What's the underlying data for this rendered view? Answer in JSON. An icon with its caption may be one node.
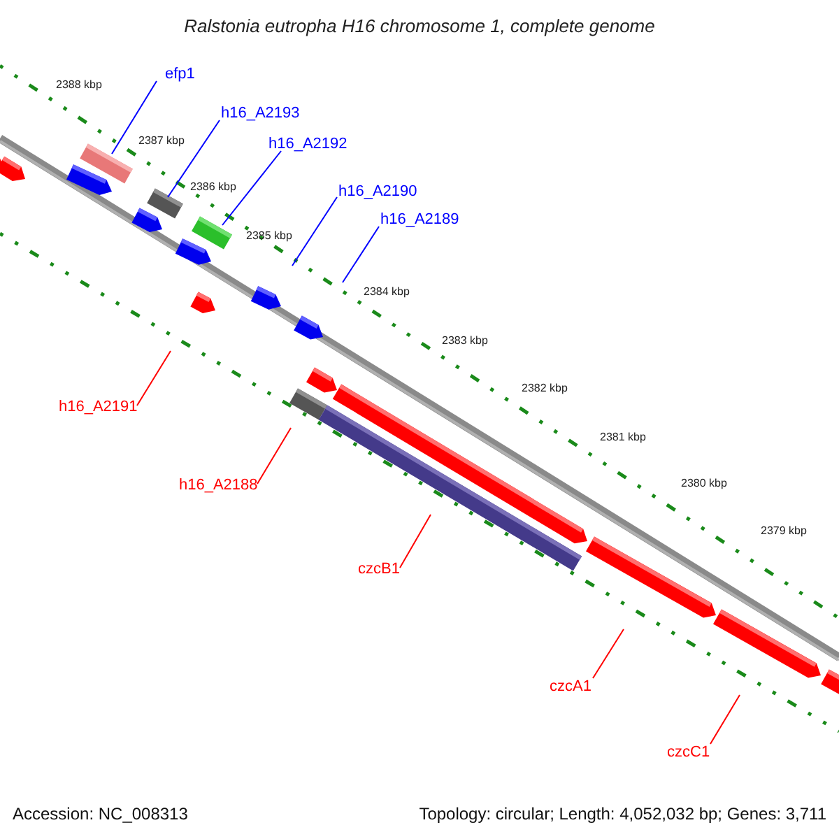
{
  "diagram": {
    "title": "Ralstonia eutropha H16 chromosome 1, complete genome",
    "nodes": [
      {
        "text": [
          "efp1"
        ]
      },
      {
        "text": [
          "h16_A2193"
        ]
      },
      {
        "text": [
          "h16_A2192"
        ]
      },
      {
        "text": [
          "h16_A2190"
        ]
      },
      {
        "text": [
          "h16_A2189"
        ]
      },
      {
        "text": [
          "h16_A2191"
        ]
      },
      {
        "text": [
          "h16_A2188"
        ]
      },
      {
        "text": [
          "czcB1"
        ]
      },
      {
        "text": [
          "czcA1"
        ]
      },
      {
        "text": [
          "czcC1"
        ]
      }
    ],
    "edges": [
      {
        "from": 0,
        "to": null,
        "arrow": "none"
      },
      {
        "from": 1,
        "to": null,
        "arrow": "none"
      },
      {
        "from": 2,
        "to": null,
        "arrow": "none"
      },
      {
        "from": 3,
        "to": null,
        "arrow": "none"
      },
      {
        "from": 4,
        "to": null,
        "arrow": "none"
      },
      {
        "from": 5,
        "to": null,
        "arrow": "none",
        "color": "#ff0000"
      },
      {
        "from": 6,
        "to": null,
        "arrow": "none",
        "color": "#ff0000"
      },
      {
        "from": 7,
        "to": null,
        "arrow": "none",
        "color": "#ff0000"
      },
      {
        "from": 8,
        "to": null,
        "arrow": "none",
        "color": "#ff0000"
      },
      {
        "from": 9,
        "to": null,
        "arrow": "none",
        "color": "#ff0000"
      }
    ],
    "labels": [
      "2388 kbp",
      "2387 kbp",
      "2386 kbp",
      "2385 kbp",
      "2384 kbp",
      "2383 kbp",
      "2382 kbp",
      "2381 kbp",
      "2380 kbp",
      "2379 kbp",
      "Accession: NC_008313",
      "Topology: circular; Length: 4,052,032 bp; Genes: 3,711"
    ]
  }
}
